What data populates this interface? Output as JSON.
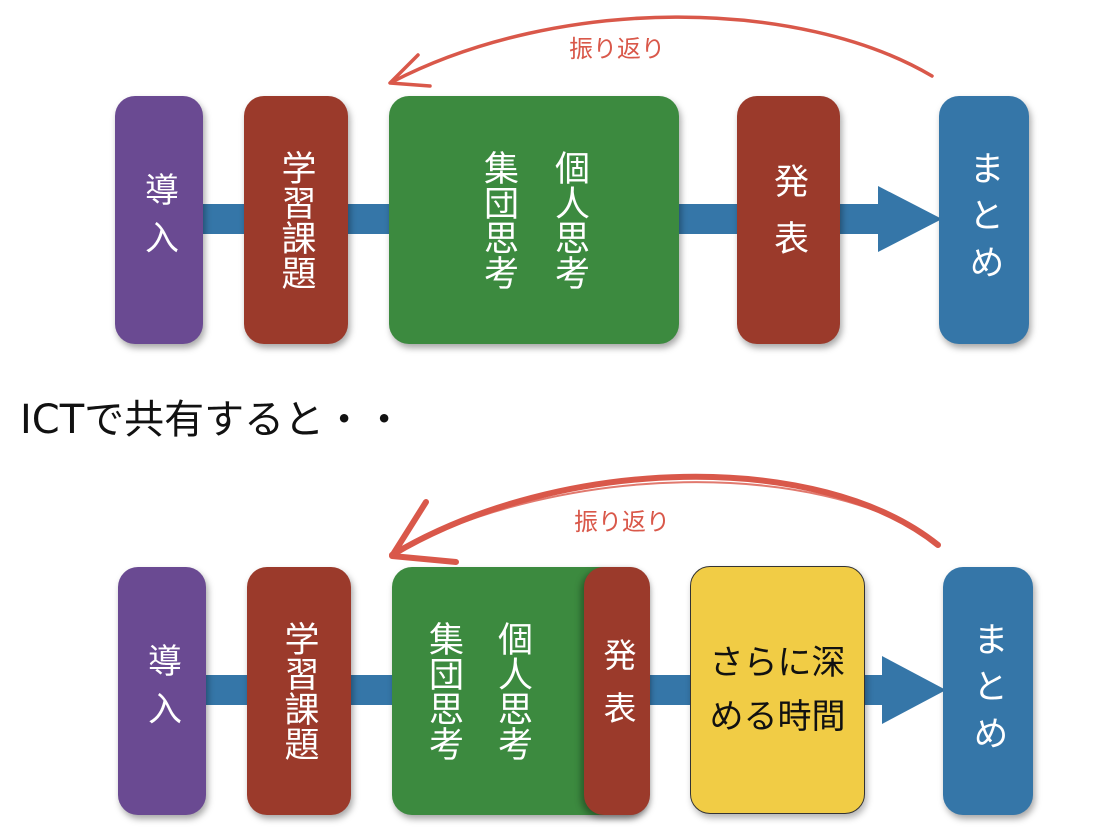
{
  "colors": {
    "intro": "#6a4a92",
    "task": "#9b3a2b",
    "thinking": "#3c8a3f",
    "presentation": "#9b3a2b",
    "summary": "#3576a8",
    "deepen": "#f1cc45",
    "flow_arrow": "#3576a8",
    "feedback_arrow": "#d9584a"
  },
  "top_flow": {
    "intro": "導入",
    "task": "学習課題",
    "thinking_individual": "個人思考",
    "thinking_group": "集団思考",
    "presentation": "発表",
    "summary": "まとめ",
    "feedback": "振り返り"
  },
  "heading": "ICTで共有すると・・",
  "bottom_flow": {
    "intro": "導入",
    "task": "学習課題",
    "thinking_individual": "個人思考",
    "thinking_group": "集団思考",
    "presentation": "発表",
    "deepen_line1": "さらに深",
    "deepen_line2": "める時間",
    "summary": "まとめ",
    "feedback": "振り返り"
  }
}
